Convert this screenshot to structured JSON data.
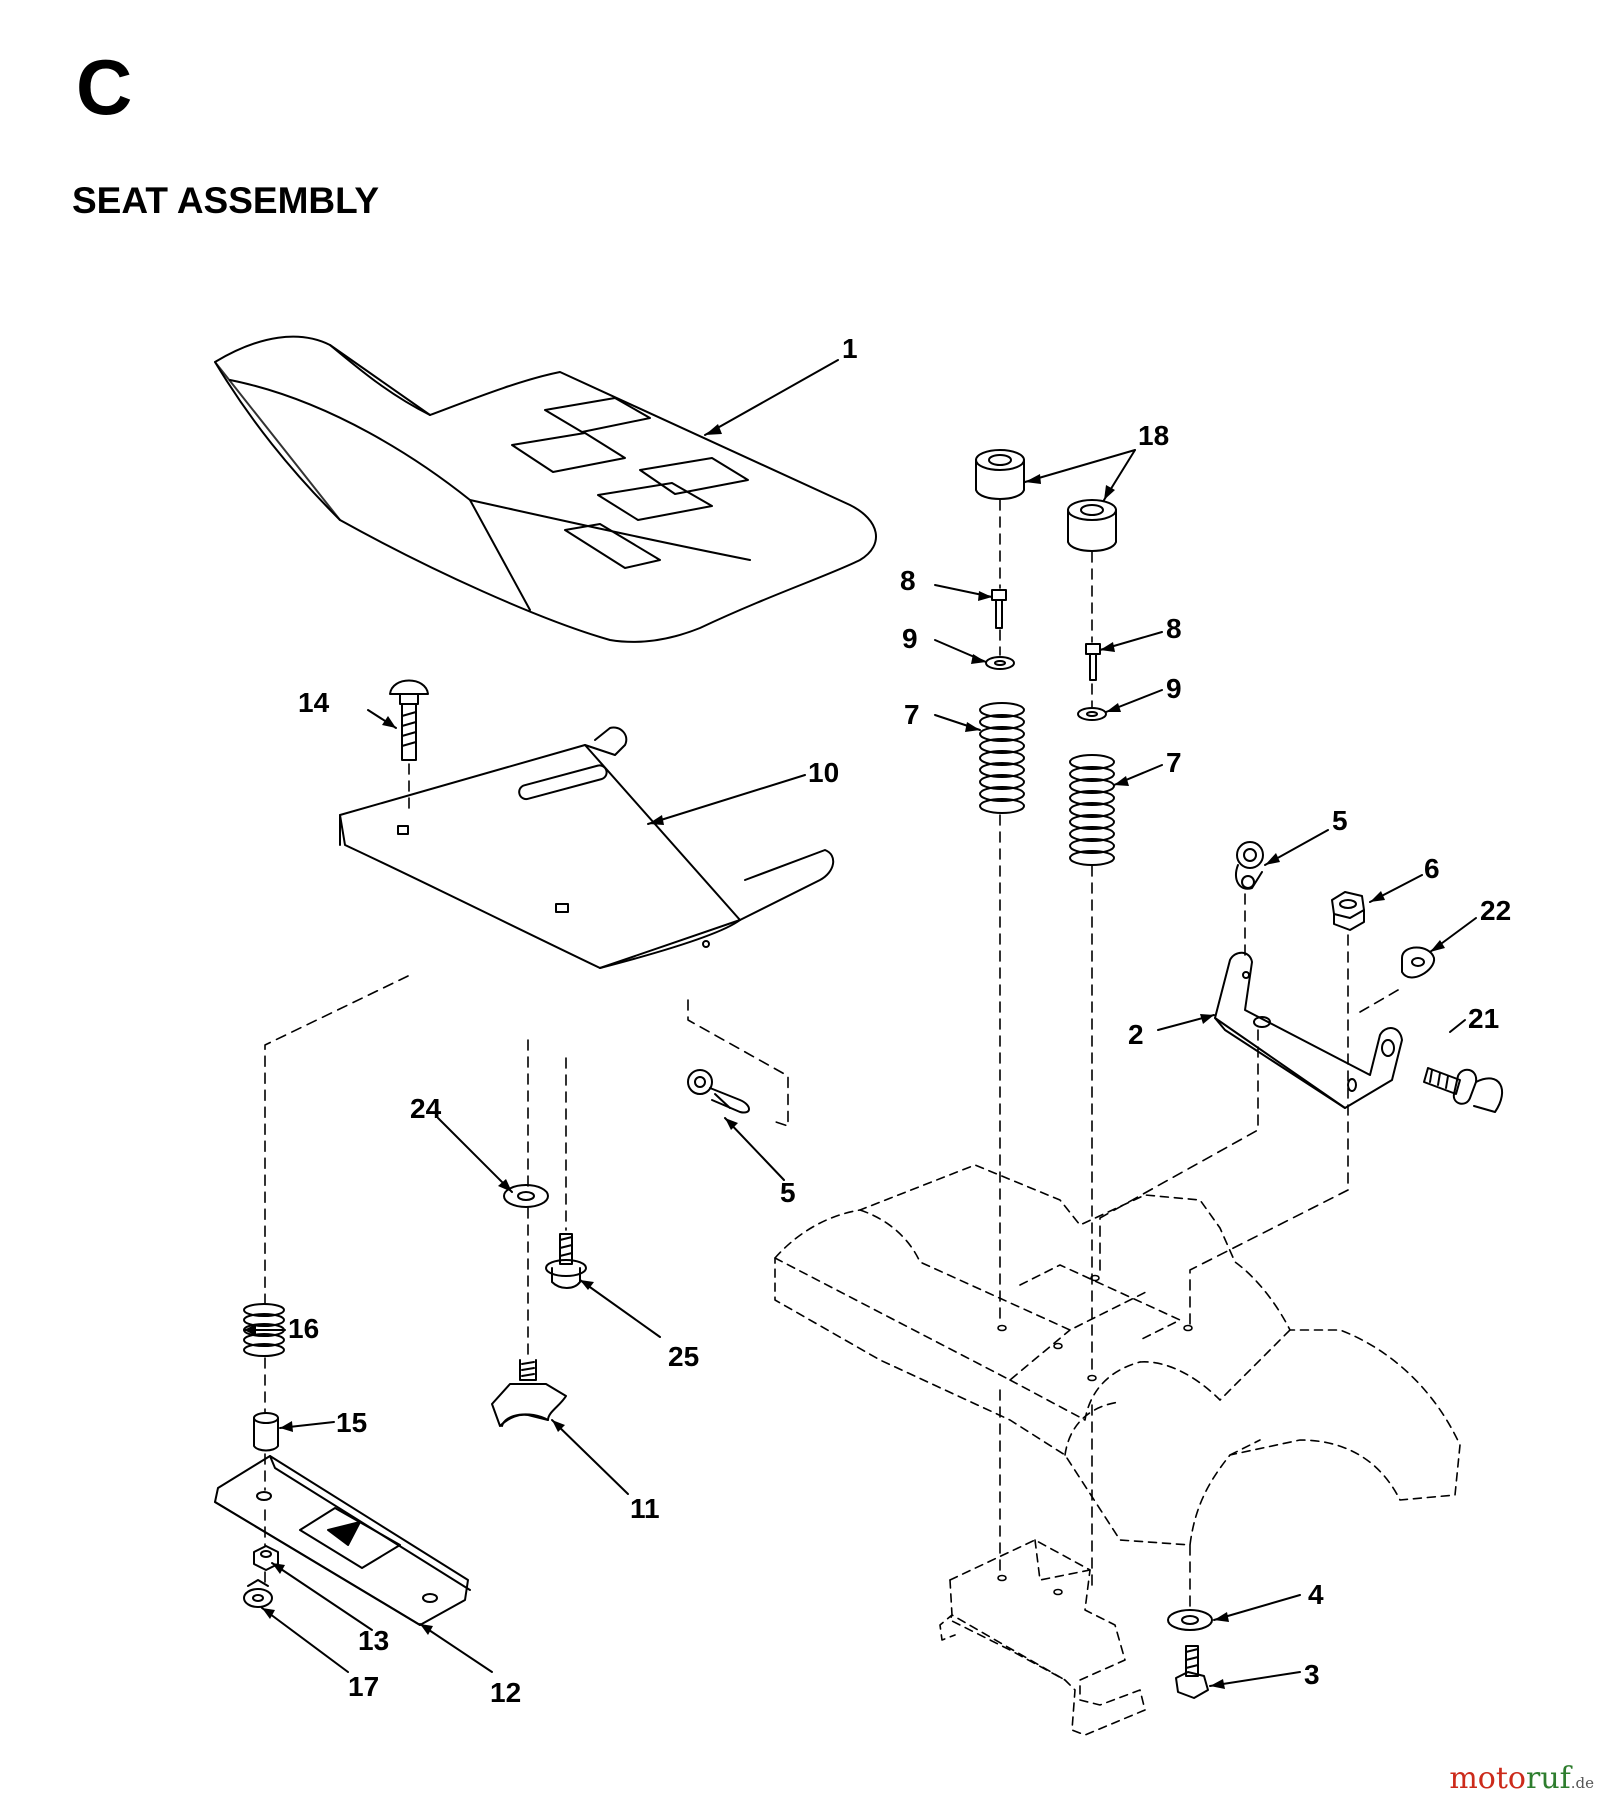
{
  "section": {
    "letter": "C",
    "title": "SEAT ASSEMBLY"
  },
  "callouts": {
    "c1": "1",
    "c2": "2",
    "c3": "3",
    "c4": "4",
    "c5a": "5",
    "c5b": "5",
    "c6": "6",
    "c7a": "7",
    "c7b": "7",
    "c8a": "8",
    "c8b": "8",
    "c9a": "9",
    "c9b": "9",
    "c10": "10",
    "c11": "11",
    "c12": "12",
    "c13": "13",
    "c14": "14",
    "c15": "15",
    "c16": "16",
    "c17": "17",
    "c18": "18",
    "c21": "21",
    "c22": "22",
    "c24": "24",
    "c25": "25"
  },
  "watermark": {
    "part1": "moto",
    "part2": "ruf",
    "part3": ".de"
  }
}
